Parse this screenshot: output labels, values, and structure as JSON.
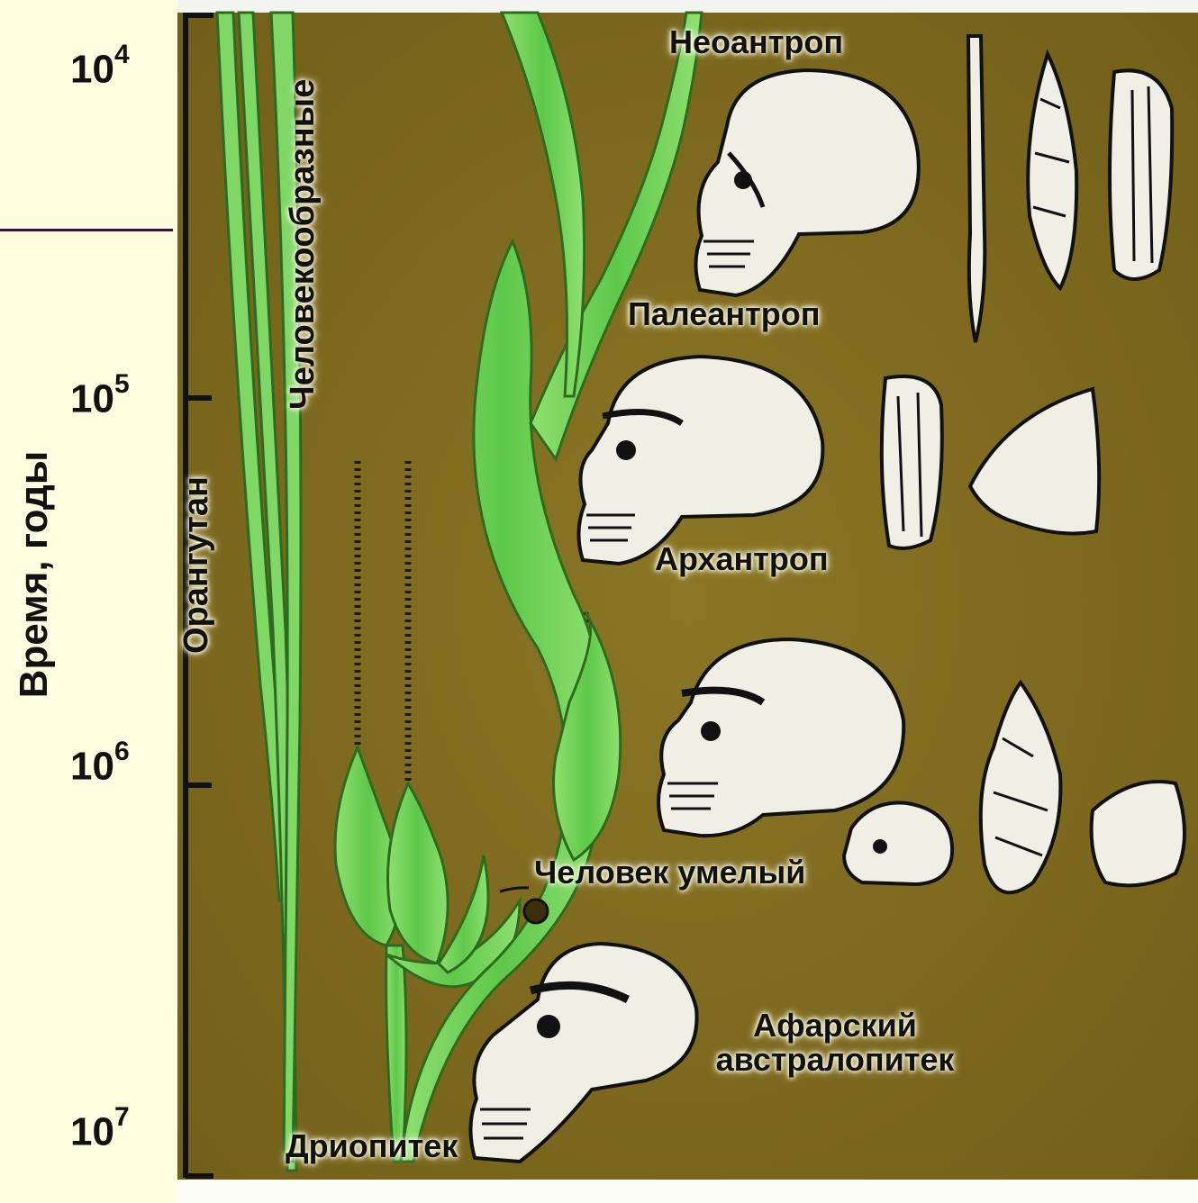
{
  "axis": {
    "title": "Время, годы",
    "ticks": [
      {
        "base": "10",
        "exp": "4"
      },
      {
        "base": "10",
        "exp": "5"
      },
      {
        "base": "10",
        "exp": "6"
      },
      {
        "base": "10",
        "exp": "7"
      }
    ]
  },
  "labels": {
    "neoanthrop": "Неоантроп",
    "paleoanthrop": "Палеантроп",
    "archanthrop": "Архантроп",
    "homo_habilis": "Человек умелый",
    "afar_line1": "Афарский",
    "afar_line2": "австралопитек",
    "dryopithecus": "Дриопитек",
    "orangutan": "Орангутан",
    "hominoids": "Человекообразные"
  },
  "colors": {
    "background_panel": "#7d6a1f",
    "page_background": "#fdfde0",
    "branch_fill": "#6ecf56",
    "branch_stroke": "#2f6b1f",
    "divider": "#4a0a3a"
  }
}
